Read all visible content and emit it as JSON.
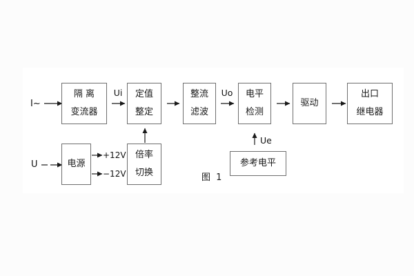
{
  "figure": {
    "caption": "图 1",
    "colors": {
      "line": "#1a1a1a",
      "box_border": "#6e6e6e",
      "text": "#1a1a1a",
      "figure_background": "#ffffff",
      "page_background": "#fcfcfc"
    }
  },
  "blocks": [
    {
      "id": "isolation-transformer",
      "lines": [
        "隔 离",
        "变流器"
      ]
    },
    {
      "id": "setpoint-adjust",
      "lines": [
        "定值",
        "整定"
      ]
    },
    {
      "id": "rectifier-filter",
      "lines": [
        "整流",
        "滤波"
      ]
    },
    {
      "id": "level-detect",
      "lines": [
        "电平",
        "检测"
      ]
    },
    {
      "id": "driver",
      "lines": [
        "驱动"
      ]
    },
    {
      "id": "output-relay",
      "lines": [
        "出口",
        "继电器"
      ]
    },
    {
      "id": "power-supply",
      "lines": [
        "电源"
      ]
    },
    {
      "id": "ratio-switch",
      "lines": [
        "倍率",
        "切换"
      ]
    },
    {
      "id": "reference-level",
      "lines": [
        "参考电平"
      ]
    }
  ],
  "signals": {
    "i_input": "I~",
    "u_input": "U",
    "ui": "Ui",
    "uo": "Uo",
    "ue": "Ue",
    "plus12": "+12V",
    "minus12": "−12V"
  }
}
